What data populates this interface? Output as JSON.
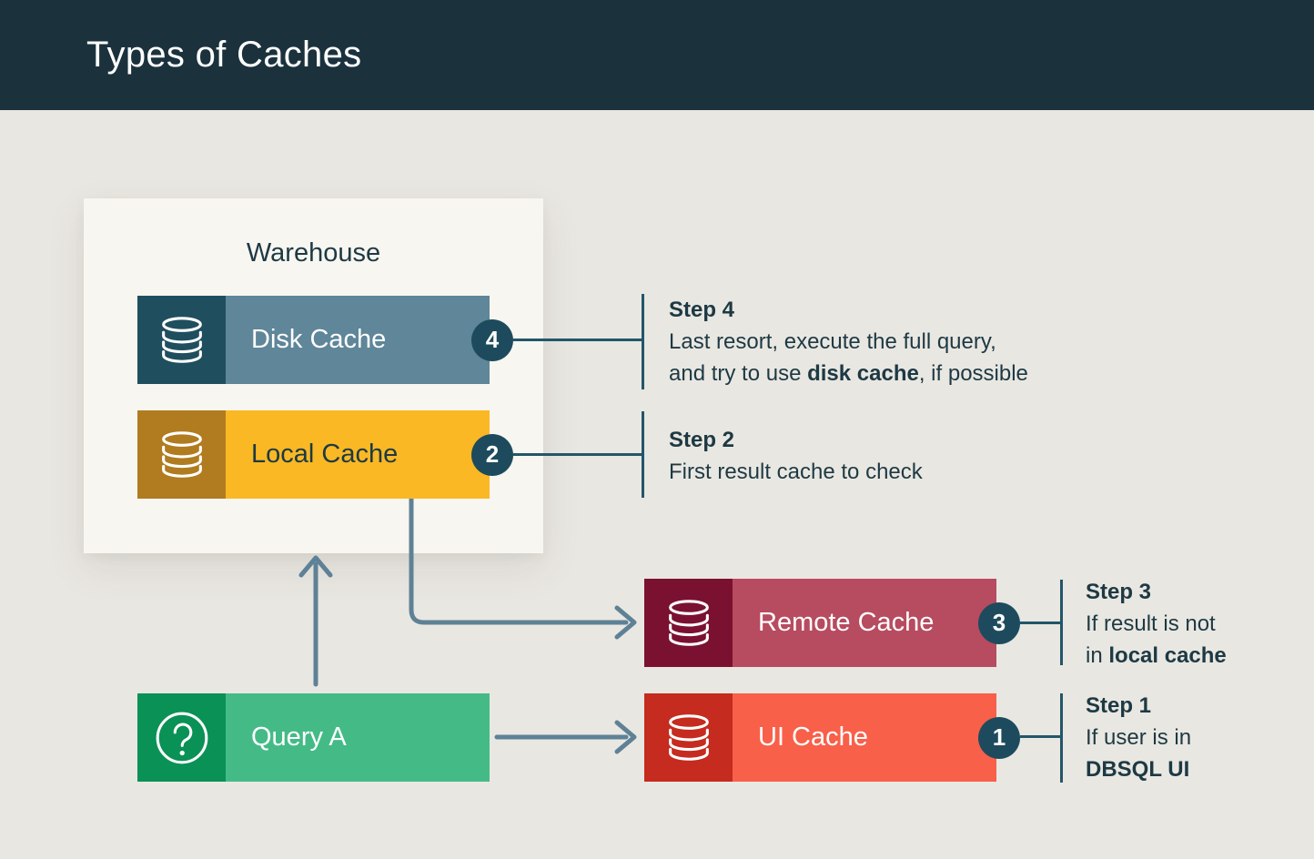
{
  "header": {
    "title": "Types of Caches"
  },
  "diagram": {
    "warehouse": {
      "title": "Warehouse"
    },
    "nodes": {
      "disk_cache": {
        "label": "Disk Cache",
        "badge": "4",
        "icon": "database-icon"
      },
      "local_cache": {
        "label": "Local Cache",
        "badge": "2",
        "icon": "database-icon"
      },
      "remote_cache": {
        "label": "Remote Cache",
        "badge": "3",
        "icon": "database-icon"
      },
      "ui_cache": {
        "label": "UI Cache",
        "badge": "1",
        "icon": "database-icon"
      },
      "query_a": {
        "label": "Query A",
        "icon": "question-icon"
      }
    },
    "steps": {
      "step4": {
        "title": "Step 4",
        "line1": "Last resort, execute the full query,",
        "line2_pre": "and try to use ",
        "line2_bold": "disk cache",
        "line2_post": ", if possible"
      },
      "step2": {
        "title": "Step 2",
        "line1": "First result cache to check"
      },
      "step3": {
        "title": "Step 3",
        "line1": "If result is not",
        "line2_pre": "in ",
        "line2_bold": "local cache",
        "line2_post": ""
      },
      "step1": {
        "title": "Step 1",
        "line1": "If user is in",
        "line2_pre": "",
        "line2_bold": "DBSQL UI",
        "line2_post": ""
      }
    }
  },
  "colors": {
    "ink": "#1d3944",
    "header-bg": "#1b323d",
    "page-bg": "#e9e7e1",
    "panel-bg": "#f8f6f0",
    "disk-icon": "#1f4e5f",
    "disk-main": "#5f8699",
    "local-icon": "#b17b20",
    "local-main": "#f9b824",
    "remote-icon": "#7b1130",
    "remote-main": "#b74b60",
    "ui-icon": "#c52b1e",
    "ui-main": "#f8604a",
    "query-icon": "#0a9156",
    "query-main": "#44bb87",
    "badge-bg": "#1d4b5d",
    "line-teal": "#23566a",
    "arrow": "#5e8196"
  }
}
